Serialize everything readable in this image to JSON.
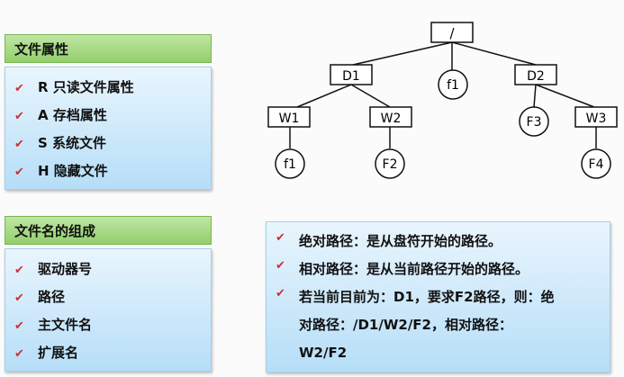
{
  "attributes_panel": {
    "title": "文件属性",
    "items": [
      "R 只读文件属性",
      "A 存档属性",
      "S 系统文件",
      "H 隐藏文件"
    ]
  },
  "filename_panel": {
    "title": "文件名的组成",
    "items": [
      "驱动器号",
      "路径",
      "主文件名",
      "扩展名"
    ]
  },
  "path_panel": {
    "line1": "绝对路径：是从盘符开始的路径。",
    "line2": "相对路径：是从当前路径开始的路径。",
    "line3a": "若当前目前为：D1，要求F2路径，则：绝",
    "line3b": "对路径：/D1/W2/F2，相对路径：",
    "line3c": "W2/F2"
  },
  "tree": {
    "root": "/",
    "d1": "D1",
    "f1_root": "f1",
    "d2": "D2",
    "w1": "W1",
    "w2": "W2",
    "f3": "F3",
    "w3": "W3",
    "f1_leaf": "f1",
    "f2": "F2",
    "f4": "F4"
  },
  "icons": {
    "bullet": "checkmark-icon",
    "bullet_color": "#d03030"
  }
}
